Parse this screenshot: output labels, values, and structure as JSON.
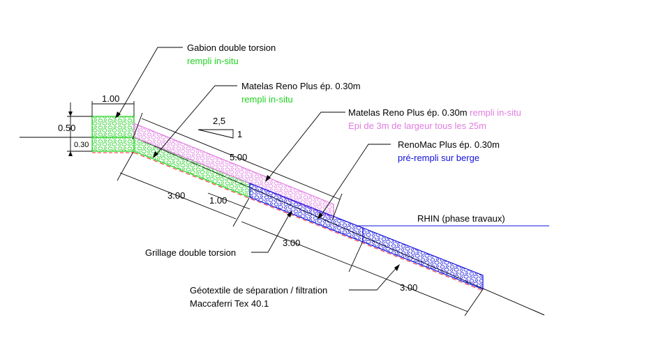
{
  "labels": {
    "gabion_title": "Gabion double torsion",
    "gabion_sub": "rempli in-situ",
    "matelas1_title": "Matelas Reno Plus ép. 0.30m",
    "matelas1_sub": "rempli in-situ",
    "matelas2_title": "Matelas Reno Plus ép. 0.30m",
    "matelas2_inline": "rempli in-situ",
    "matelas2_sub": "Epi de 3m de largeur tous les 25m",
    "renomac_title": "RenoMac Plus ép. 0.30m",
    "renomac_sub": "pré-rempli sur berge",
    "rhin": "RHIN (phase travaux)",
    "grillage": "Grillage double torsion",
    "geotextile_l1": "Géotextile de séparation / filtration",
    "geotextile_l2": "Maccaferri Tex 40.1"
  },
  "dimensions": {
    "gabion_width": "1.00",
    "gabion_height": "0.50",
    "mattress_thickness": "0.30",
    "slope_run": "2,5",
    "slope_rise": "1",
    "epi_length": "5.00",
    "green_length": "3.00",
    "green_overlap": "1.00",
    "blue_length_1": "3.00",
    "blue_length_2": "3.00"
  },
  "colors": {
    "green": "#1fd11f",
    "pink": "#e07ce0",
    "blue": "#1111dd",
    "red": "#ff2020",
    "black": "#000000"
  }
}
